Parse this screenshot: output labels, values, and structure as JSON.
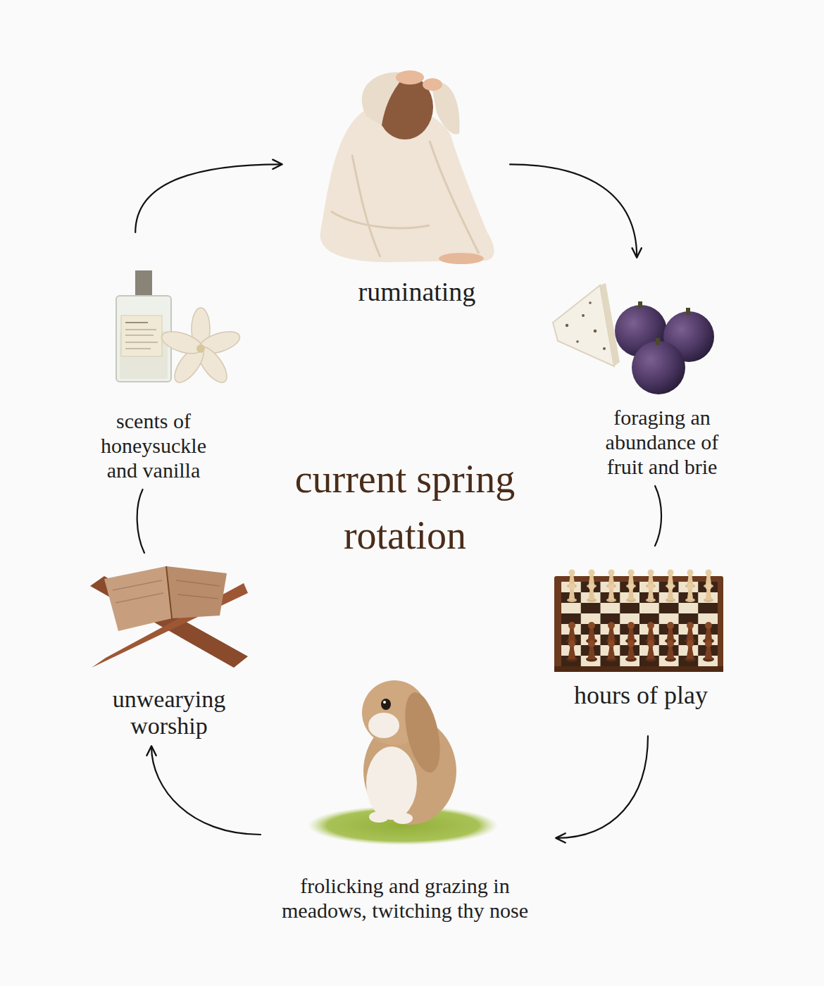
{
  "diagram": {
    "title": "current spring rotation",
    "nodes": [
      {
        "text": [
          "ruminating"
        ]
      },
      {
        "text": [
          "foraging an abundance of fruit and brie"
        ]
      },
      {
        "text": [
          "hours of play"
        ]
      },
      {
        "text": [
          "frolicking and grazing in meadows, twitching thy nose"
        ]
      },
      {
        "text": [
          "unwearying worship"
        ]
      },
      {
        "text": [
          "scents of honeysuckle and vanilla"
        ]
      }
    ],
    "edges": [
      {
        "from": 0,
        "to": 1,
        "arrow": "to"
      },
      {
        "from": 1,
        "to": 2,
        "arrow": "none"
      },
      {
        "from": 2,
        "to": 3,
        "arrow": "to"
      },
      {
        "from": 3,
        "to": 4,
        "arrow": "to"
      },
      {
        "from": 4,
        "to": 5,
        "arrow": "none"
      },
      {
        "from": 5,
        "to": 0,
        "arrow": "to"
      }
    ]
  }
}
